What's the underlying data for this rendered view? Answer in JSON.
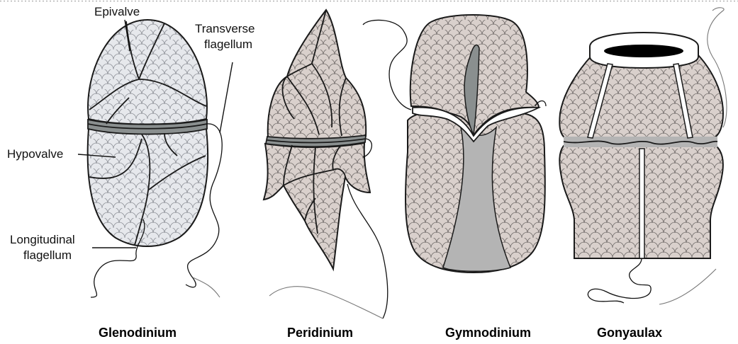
{
  "figure": {
    "labels": {
      "epivalve": "Epivalve",
      "transverse_line1": "Transverse",
      "transverse_line2": "flagellum",
      "hypovalve": "Hypovalve",
      "longitudinal_line1": "Longitudinal",
      "longitudinal_line2": "flagellum"
    },
    "captions": [
      "Glenodinium",
      "Peridinium",
      "Gymnodinium",
      "Gonyaulax"
    ],
    "colors": {
      "plate_light": "#e6e8ec",
      "plate_tan": "#d9d0cc",
      "girdle": "#8a8f8f",
      "groove": "#b4b4b4",
      "outline": "#1a1a1a"
    }
  }
}
